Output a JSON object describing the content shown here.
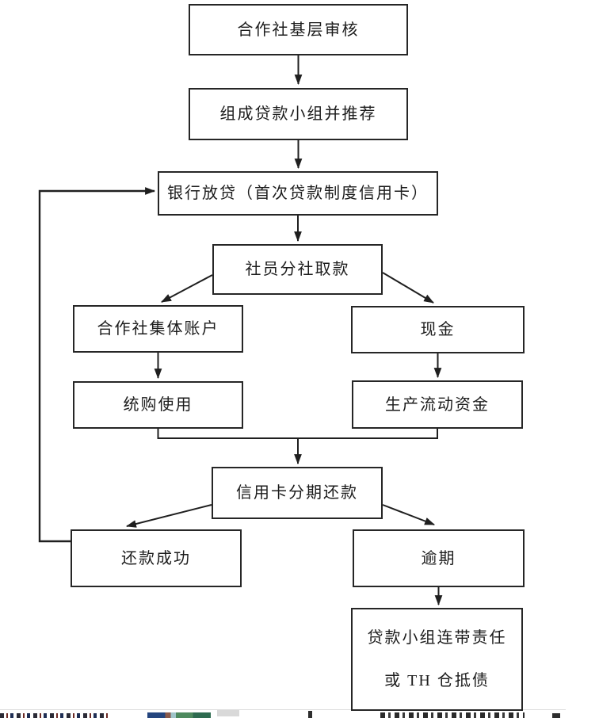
{
  "diagram": {
    "type": "flowchart",
    "line_color": "#1f1f1f",
    "nodes": {
      "review": "合作社基层审核",
      "form_group": "组成贷款小组并推荐",
      "bank_loan": "银行放贷（首次贷款制度信用卡）",
      "withdraw": "社员分社取款",
      "collective_account": "合作社集体账户",
      "cash": "现金",
      "unified_purchase": "统购使用",
      "working_capital": "生产流动资金",
      "installment_repay": "信用卡分期还款",
      "repay_success": "还款成功",
      "overdue": "逾期",
      "liability_line1": "贷款小组连带责任",
      "liability_line2": "或 TH 仓抵债"
    },
    "edges": [
      {
        "from": "review",
        "to": "form_group"
      },
      {
        "from": "form_group",
        "to": "bank_loan"
      },
      {
        "from": "bank_loan",
        "to": "withdraw"
      },
      {
        "from": "withdraw",
        "to": "collective_account"
      },
      {
        "from": "withdraw",
        "to": "cash"
      },
      {
        "from": "collective_account",
        "to": "unified_purchase"
      },
      {
        "from": "cash",
        "to": "working_capital"
      },
      {
        "from": "unified_purchase",
        "to": "installment_repay"
      },
      {
        "from": "working_capital",
        "to": "installment_repay"
      },
      {
        "from": "installment_repay",
        "to": "repay_success"
      },
      {
        "from": "installment_repay",
        "to": "overdue"
      },
      {
        "from": "overdue",
        "to": "liability"
      },
      {
        "from": "repay_success",
        "to": "bank_loan",
        "note": "feedback loop"
      }
    ]
  }
}
